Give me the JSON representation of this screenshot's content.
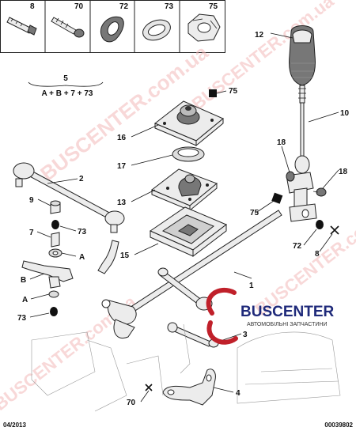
{
  "header_parts": [
    {
      "number": "8",
      "icon": "bolt-icon"
    },
    {
      "number": "70",
      "icon": "screw-icon"
    },
    {
      "number": "72",
      "icon": "rubber-grommet-icon"
    },
    {
      "number": "73",
      "icon": "circlip-icon"
    },
    {
      "number": "75",
      "icon": "nut-icon"
    }
  ],
  "formula": {
    "number": "5",
    "expression": "A + B + 7 + 73"
  },
  "callouts": {
    "c1": "1",
    "c2": "2",
    "c3": "3",
    "c4": "4",
    "c7": "7",
    "c8": "8",
    "c9": "9",
    "c10": "10",
    "c12": "12",
    "c13": "13",
    "c15": "15",
    "c16": "16",
    "c17": "17",
    "c18a": "18",
    "c18b": "18",
    "c70": "70",
    "c72": "72",
    "c73a": "73",
    "c73b": "73",
    "c75a": "75",
    "c75b": "75",
    "cA1": "A",
    "cA2": "A",
    "cB": "B"
  },
  "footer": {
    "date": "04/2013",
    "diagram_code": "00039802"
  },
  "brand": {
    "name": "BUSCENTER",
    "subtitle": "АВТОМОБІЛЬНІ ЗАПЧАСТИНИ"
  },
  "watermarks": [
    "BUSCENTER.com.ua",
    "BUSCENTER.com.ua",
    "BUSCENTER.com.ua",
    "BUSCENTER.com.ua"
  ],
  "colors": {
    "watermark": "#f3b9b9",
    "brand_blue": "#1f2a7a",
    "brand_red": "#c0202a"
  }
}
